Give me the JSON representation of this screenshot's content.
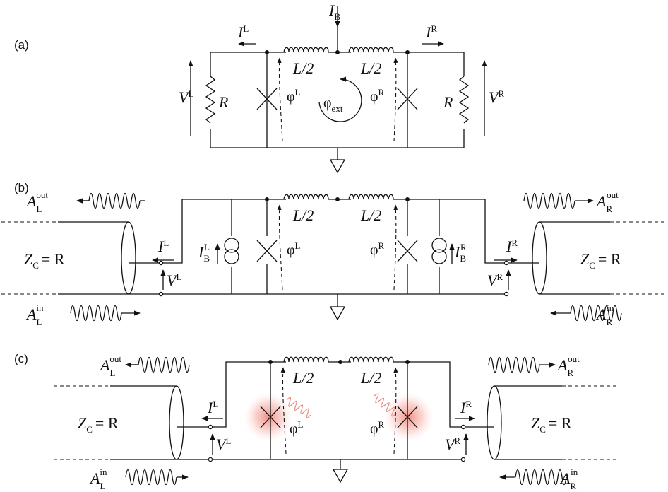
{
  "panels": {
    "a": "(a)",
    "b": "(b)",
    "c": "(c)"
  },
  "labels": {
    "current_symbol": "I",
    "left_sup": "L",
    "right_sup": "R",
    "bias_sub": "B",
    "voltage_symbol": "V",
    "resistor": "R",
    "inductor": "L/2",
    "phase": "φ",
    "phase_ext_sub": "ext",
    "impedance": "Z",
    "impedance_sub": "C",
    "impedance_rhs": "= R",
    "amplitude": "A",
    "out_sup": "out",
    "in_sup": "in"
  },
  "colors": {
    "line": "#111111",
    "glow": "#f4a39a",
    "glow_core": "#ee6a5e",
    "wave_red": "#e8877d"
  }
}
